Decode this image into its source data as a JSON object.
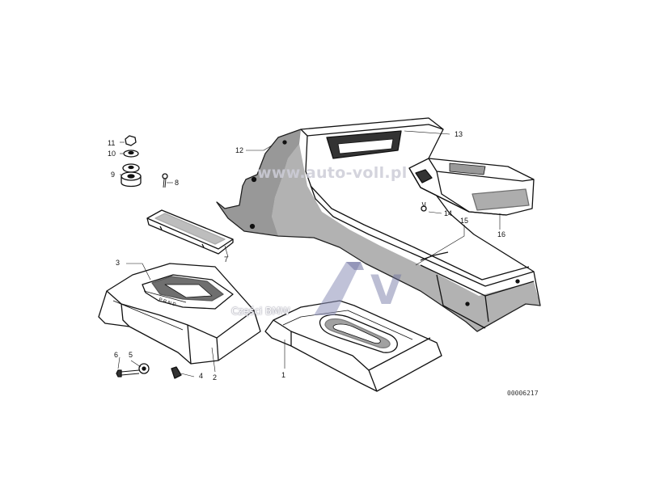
{
  "diagram": {
    "callouts": [
      "1",
      "2",
      "3",
      "4",
      "5",
      "6",
      "7",
      "8",
      "9",
      "10",
      "11",
      "12",
      "13",
      "14",
      "15",
      "16"
    ],
    "catalog_number": "00006217",
    "shifter_gate_letters": "P R N D"
  },
  "watermark": {
    "url": "www.auto-voll.pl",
    "logo_text": "AV",
    "subtitle": "Części BMW",
    "color": "#8c8fb8"
  }
}
